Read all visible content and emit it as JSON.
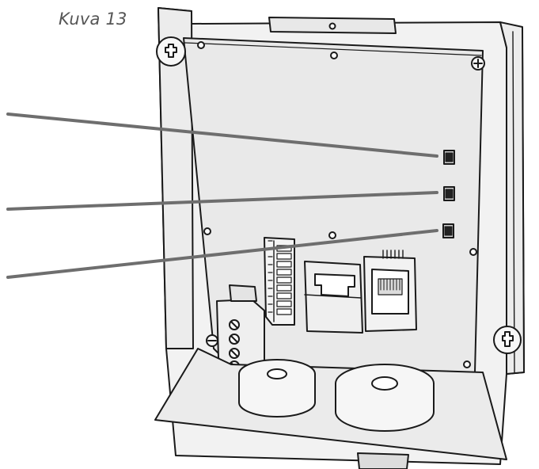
{
  "figure": {
    "caption": "Kuva 13"
  },
  "colors": {
    "line": "#1a1a1a",
    "plate": "#efefef",
    "board": "#e6e6e6",
    "pointer": "#6e6e6e",
    "dark": "#222222",
    "background": "#ffffff"
  },
  "callouts": [
    {
      "name": "led-1"
    },
    {
      "name": "led-2"
    },
    {
      "name": "led-3"
    }
  ]
}
